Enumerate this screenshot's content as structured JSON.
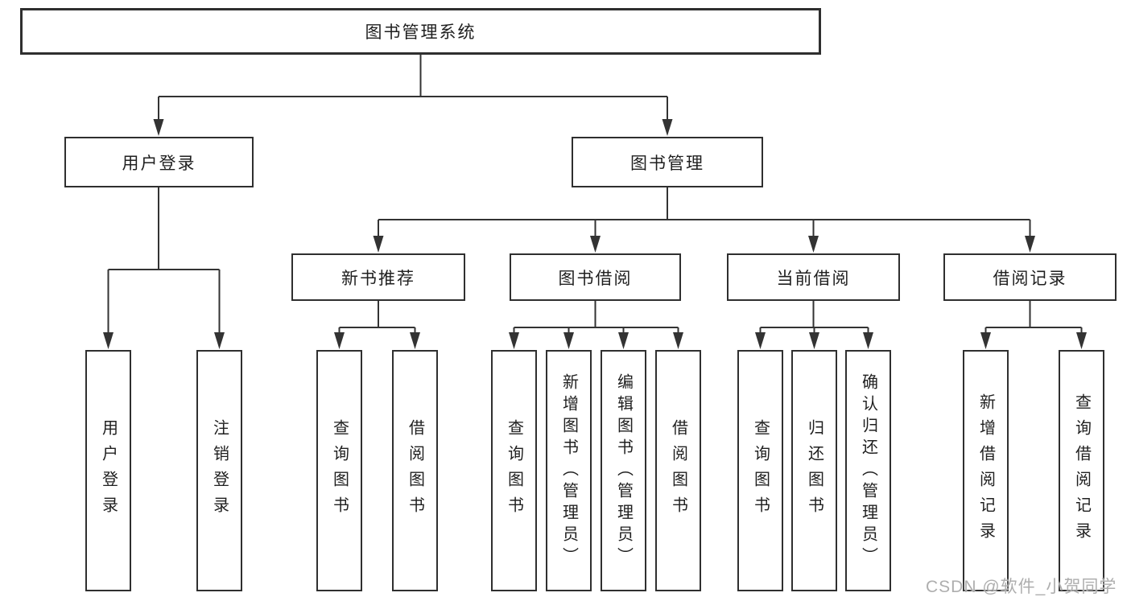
{
  "colors": {
    "background": "#ffffff",
    "box_border": "#2f2f2f",
    "connector_line": "#333333",
    "text": "#1f1f1f",
    "watermark_text": "#aeaeae"
  },
  "tree": {
    "root": {
      "label": "图书管理系统"
    },
    "children": [
      {
        "label": "用户登录",
        "children": [
          {
            "label": "用户登录"
          },
          {
            "label": "注销登录"
          }
        ]
      },
      {
        "label": "图书管理",
        "children": [
          {
            "label": "新书推荐",
            "children": [
              {
                "label": "查询图书"
              },
              {
                "label": "借阅图书"
              }
            ]
          },
          {
            "label": "图书借阅",
            "children": [
              {
                "label": "查询图书"
              },
              {
                "label": "新增图书（管理员）"
              },
              {
                "label": "编辑图书（管理员）"
              },
              {
                "label": "借阅图书"
              }
            ]
          },
          {
            "label": "当前借阅",
            "children": [
              {
                "label": "查询图书"
              },
              {
                "label": "归还图书"
              },
              {
                "label": "确认归还（管理员）"
              }
            ]
          },
          {
            "label": "借阅记录",
            "children": [
              {
                "label": "新增借阅记录"
              },
              {
                "label": "查询借阅记录"
              }
            ]
          }
        ]
      }
    ]
  },
  "watermark": {
    "text": "CSDN @软件_小贺同学"
  }
}
